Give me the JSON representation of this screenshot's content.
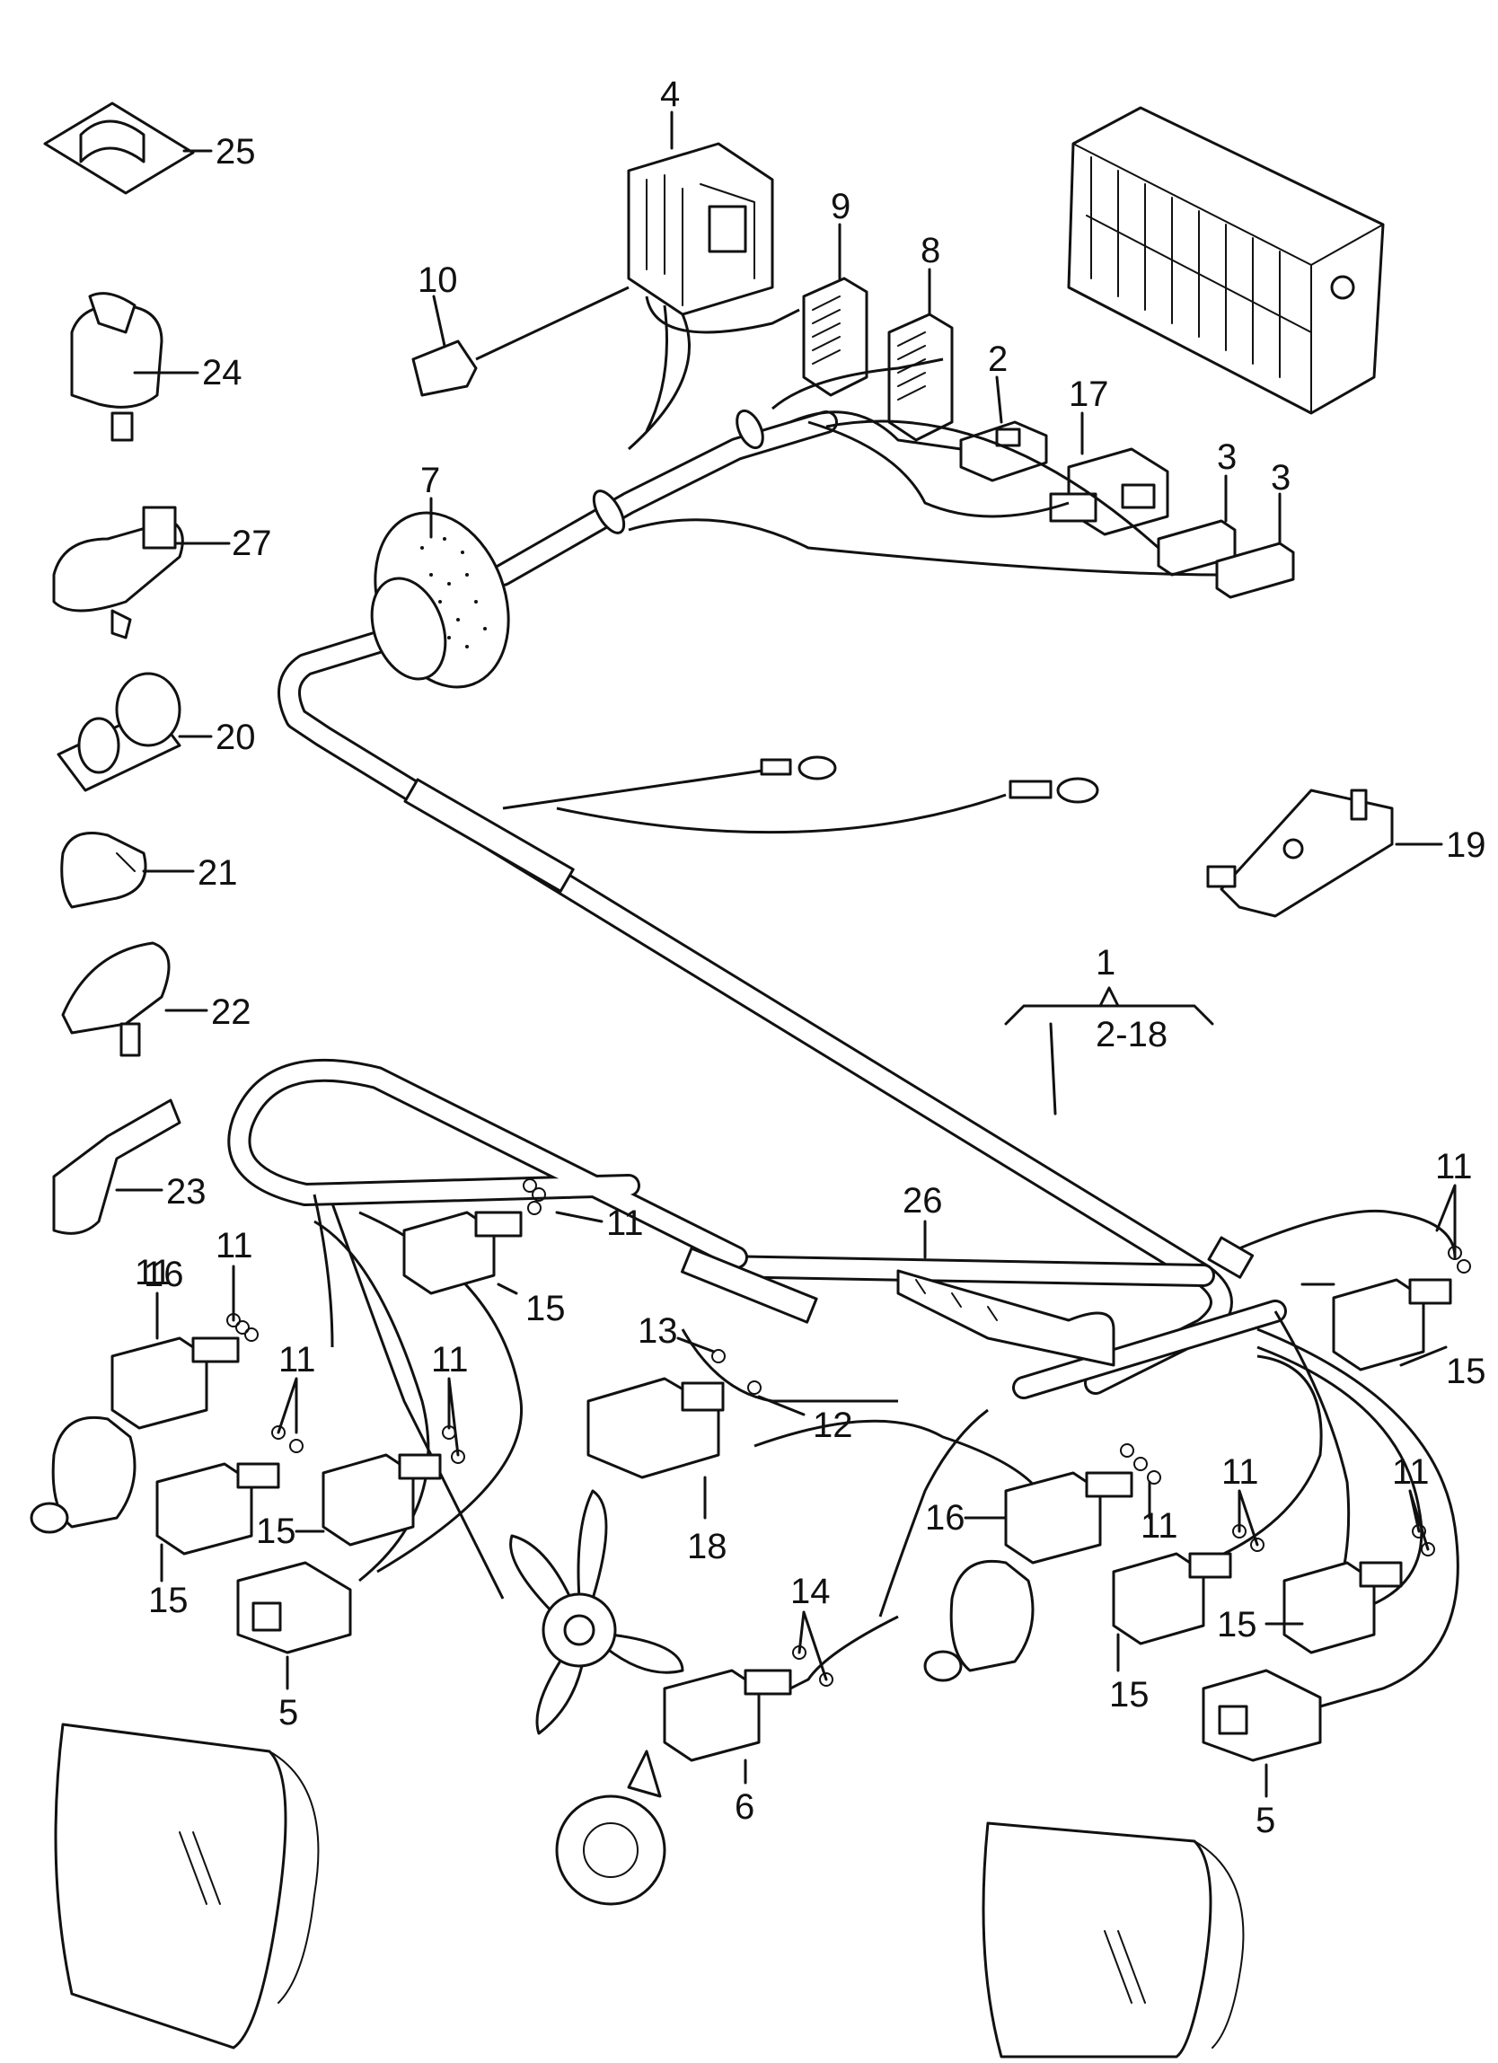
{
  "diagram": {
    "group_label": {
      "main": "1",
      "range": "2-18"
    },
    "callouts": [
      {
        "id": "c25",
        "text": "25"
      },
      {
        "id": "c24",
        "text": "24"
      },
      {
        "id": "c27",
        "text": "27"
      },
      {
        "id": "c20",
        "text": "20"
      },
      {
        "id": "c21",
        "text": "21"
      },
      {
        "id": "c22",
        "text": "22"
      },
      {
        "id": "c23",
        "text": "23"
      },
      {
        "id": "c4",
        "text": "4"
      },
      {
        "id": "c10",
        "text": "10"
      },
      {
        "id": "c9",
        "text": "9"
      },
      {
        "id": "c8",
        "text": "8"
      },
      {
        "id": "c2",
        "text": "2"
      },
      {
        "id": "c17",
        "text": "17"
      },
      {
        "id": "c3a",
        "text": "3"
      },
      {
        "id": "c3b",
        "text": "3"
      },
      {
        "id": "c7",
        "text": "7"
      },
      {
        "id": "c19",
        "text": "19"
      },
      {
        "id": "c11a",
        "text": "11"
      },
      {
        "id": "c11b",
        "text": "11"
      },
      {
        "id": "c11c",
        "text": "11"
      },
      {
        "id": "c11d",
        "text": "11"
      },
      {
        "id": "c11e",
        "text": "11"
      },
      {
        "id": "c11f",
        "text": "11"
      },
      {
        "id": "c11g",
        "text": "11"
      },
      {
        "id": "c11h",
        "text": "11"
      },
      {
        "id": "c11i",
        "text": "11"
      },
      {
        "id": "c16a",
        "text": "16"
      },
      {
        "id": "c16b",
        "text": "16"
      },
      {
        "id": "c15a",
        "text": "15"
      },
      {
        "id": "c15b",
        "text": "15"
      },
      {
        "id": "c15c",
        "text": "15"
      },
      {
        "id": "c15d",
        "text": "15"
      },
      {
        "id": "c15e",
        "text": "15"
      },
      {
        "id": "c15f",
        "text": "15"
      },
      {
        "id": "c26",
        "text": "26"
      },
      {
        "id": "c13",
        "text": "13"
      },
      {
        "id": "c12",
        "text": "12"
      },
      {
        "id": "c18",
        "text": "18"
      },
      {
        "id": "c14",
        "text": "14"
      },
      {
        "id": "c5a",
        "text": "5"
      },
      {
        "id": "c5b",
        "text": "5"
      },
      {
        "id": "c6",
        "text": "6"
      }
    ]
  }
}
